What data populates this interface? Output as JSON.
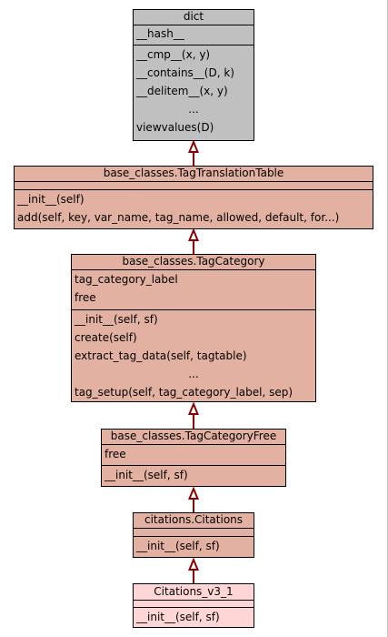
{
  "colors": {
    "dict": "#c0c0c0",
    "base": "#e3b1a1",
    "leaf": "#ffd6d6",
    "arrow": "#8b0000"
  },
  "classes": {
    "dict": {
      "name": "dict",
      "attributes": [
        "__hash__"
      ],
      "methods": [
        "__cmp__(x, y)",
        "__contains__(D, k)",
        "__delitem__(x, y)",
        "...",
        "viewvalues(D)"
      ]
    },
    "tag_translation_table": {
      "name": "base_classes.TagTranslationTable",
      "attributes": [],
      "methods": [
        "__init__(self)",
        "add(self, key, var_name, tag_name, allowed, default, for...)"
      ]
    },
    "tag_category": {
      "name": "base_classes.TagCategory",
      "attributes": [
        "tag_category_label",
        "free"
      ],
      "methods": [
        "__init__(self, sf)",
        "create(self)",
        "extract_tag_data(self, tagtable)",
        "...",
        "tag_setup(self, tag_category_label, sep)"
      ]
    },
    "tag_category_free": {
      "name": "base_classes.TagCategoryFree",
      "attributes": [
        "free"
      ],
      "methods": [
        "__init__(self, sf)"
      ]
    },
    "citations": {
      "name": "citations.Citations",
      "attributes": [],
      "methods": [
        "__init__(self, sf)"
      ]
    },
    "citations_v3_1": {
      "name": "Citations_v3_1",
      "attributes": [],
      "methods": [
        "__init__(self, sf)"
      ]
    }
  }
}
